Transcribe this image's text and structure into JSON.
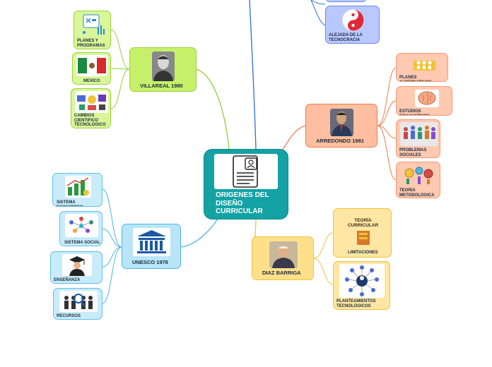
{
  "center": {
    "title_lines": [
      "ORIGENES DEL",
      "DISEÑO",
      "CURRICULAR"
    ]
  },
  "branches": {
    "villareal": {
      "label": "VILLAREAL 1980",
      "children": [
        {
          "label_lines": [
            "PLANES Y",
            "PROGRAMAS"
          ]
        },
        {
          "label_lines": [
            "MEXICO"
          ]
        },
        {
          "label_lines": [
            "CAMBIOS",
            "CIENTIFICO",
            "TECNOLOGICO"
          ]
        }
      ]
    },
    "arredondo": {
      "label": "ARREDONDO 1981",
      "children": [
        {
          "label_lines": [
            "PLANES ALTERNATIVOS"
          ]
        },
        {
          "label_lines": [
            "ESTUDIOS EXHAUSTIVOS"
          ]
        },
        {
          "label_lines": [
            "PROBLEMAS",
            "SOCIALES"
          ]
        },
        {
          "label_lines": [
            "TEORIA",
            "METODOLOGICA"
          ]
        }
      ]
    },
    "unesco": {
      "label": "UNESCO 1978",
      "children": [
        {
          "label_lines": [
            "SISTEMA ECONOMICO"
          ]
        },
        {
          "label_lines": [
            "SISTEMA SOCIAL"
          ]
        },
        {
          "label_lines": [
            "ENSEÑANZA SUPERIOR"
          ]
        },
        {
          "label_lines": [
            "RECURSOS HUMANOS"
          ]
        }
      ]
    },
    "diaz": {
      "label": "DIAZ BARRIGA",
      "children": [
        {
          "label_lines": [
            "LIMITACIONES"
          ],
          "picture_text": [
            "TEORÍA",
            "CURRICULAR"
          ]
        },
        {
          "label_lines": [
            "PLANTEAMIENTOS",
            "TECNOLÓGICOS"
          ]
        }
      ]
    },
    "top": {
      "children": [
        {
          "label_lines": [
            "ALEJADA DE LA",
            "TECNOCRACIA"
          ]
        }
      ]
    }
  }
}
